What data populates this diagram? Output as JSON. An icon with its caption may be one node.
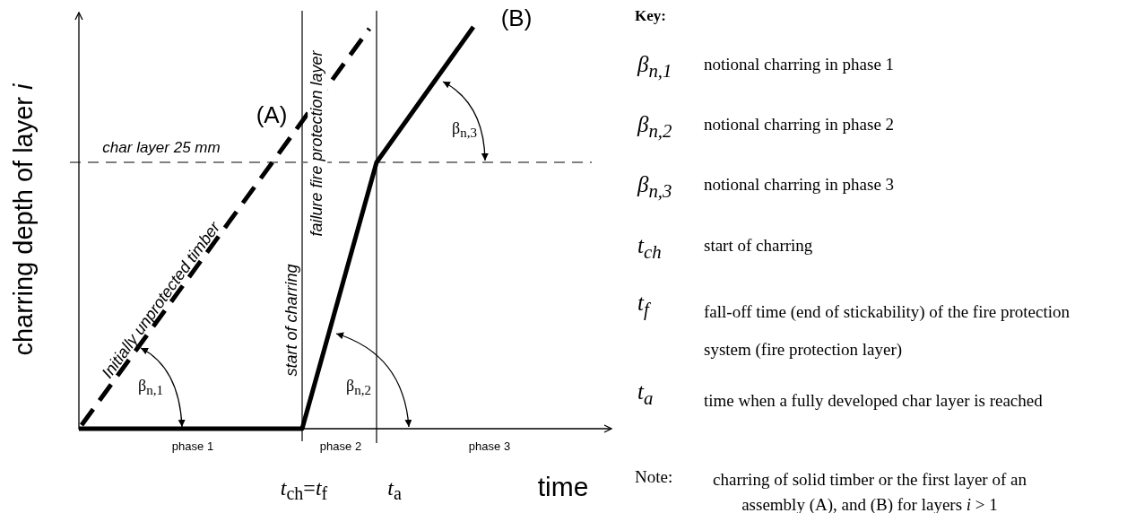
{
  "diagram": {
    "labels": [
      "charring depth of layer *i*",
      "(B)",
      "(A)",
      "char layer 25 mm",
      "failure fire protection layer",
      "Initially unprotected timber",
      "start of charring",
      "β$_{n,3}$",
      "β$_{n,1}$",
      "β$_{n,2}$",
      "phase 1",
      "phase 2",
      "phase 3",
      "*t*$_{ch}$=*t*$_{f}$",
      "*t*$_{a}$",
      "time",
      "Key:",
      "β$_{n,1}$",
      "notional charring in phase 1",
      "β$_{n,2}$",
      "notional charring in phase 2",
      "β$_{n,3}$",
      "notional charring in phase 3",
      "t$_{ch}$",
      "start of charring",
      "t$_{f}$",
      "fall-off time (end of stickability) of the fire protection system (fire protection layer)",
      "t$_{a}$",
      "time when a fully developed char layer is reached",
      "Note:",
      "charring of solid timber or the first layer of an assembly (A), and (B) for layers *i* > 1"
    ]
  }
}
